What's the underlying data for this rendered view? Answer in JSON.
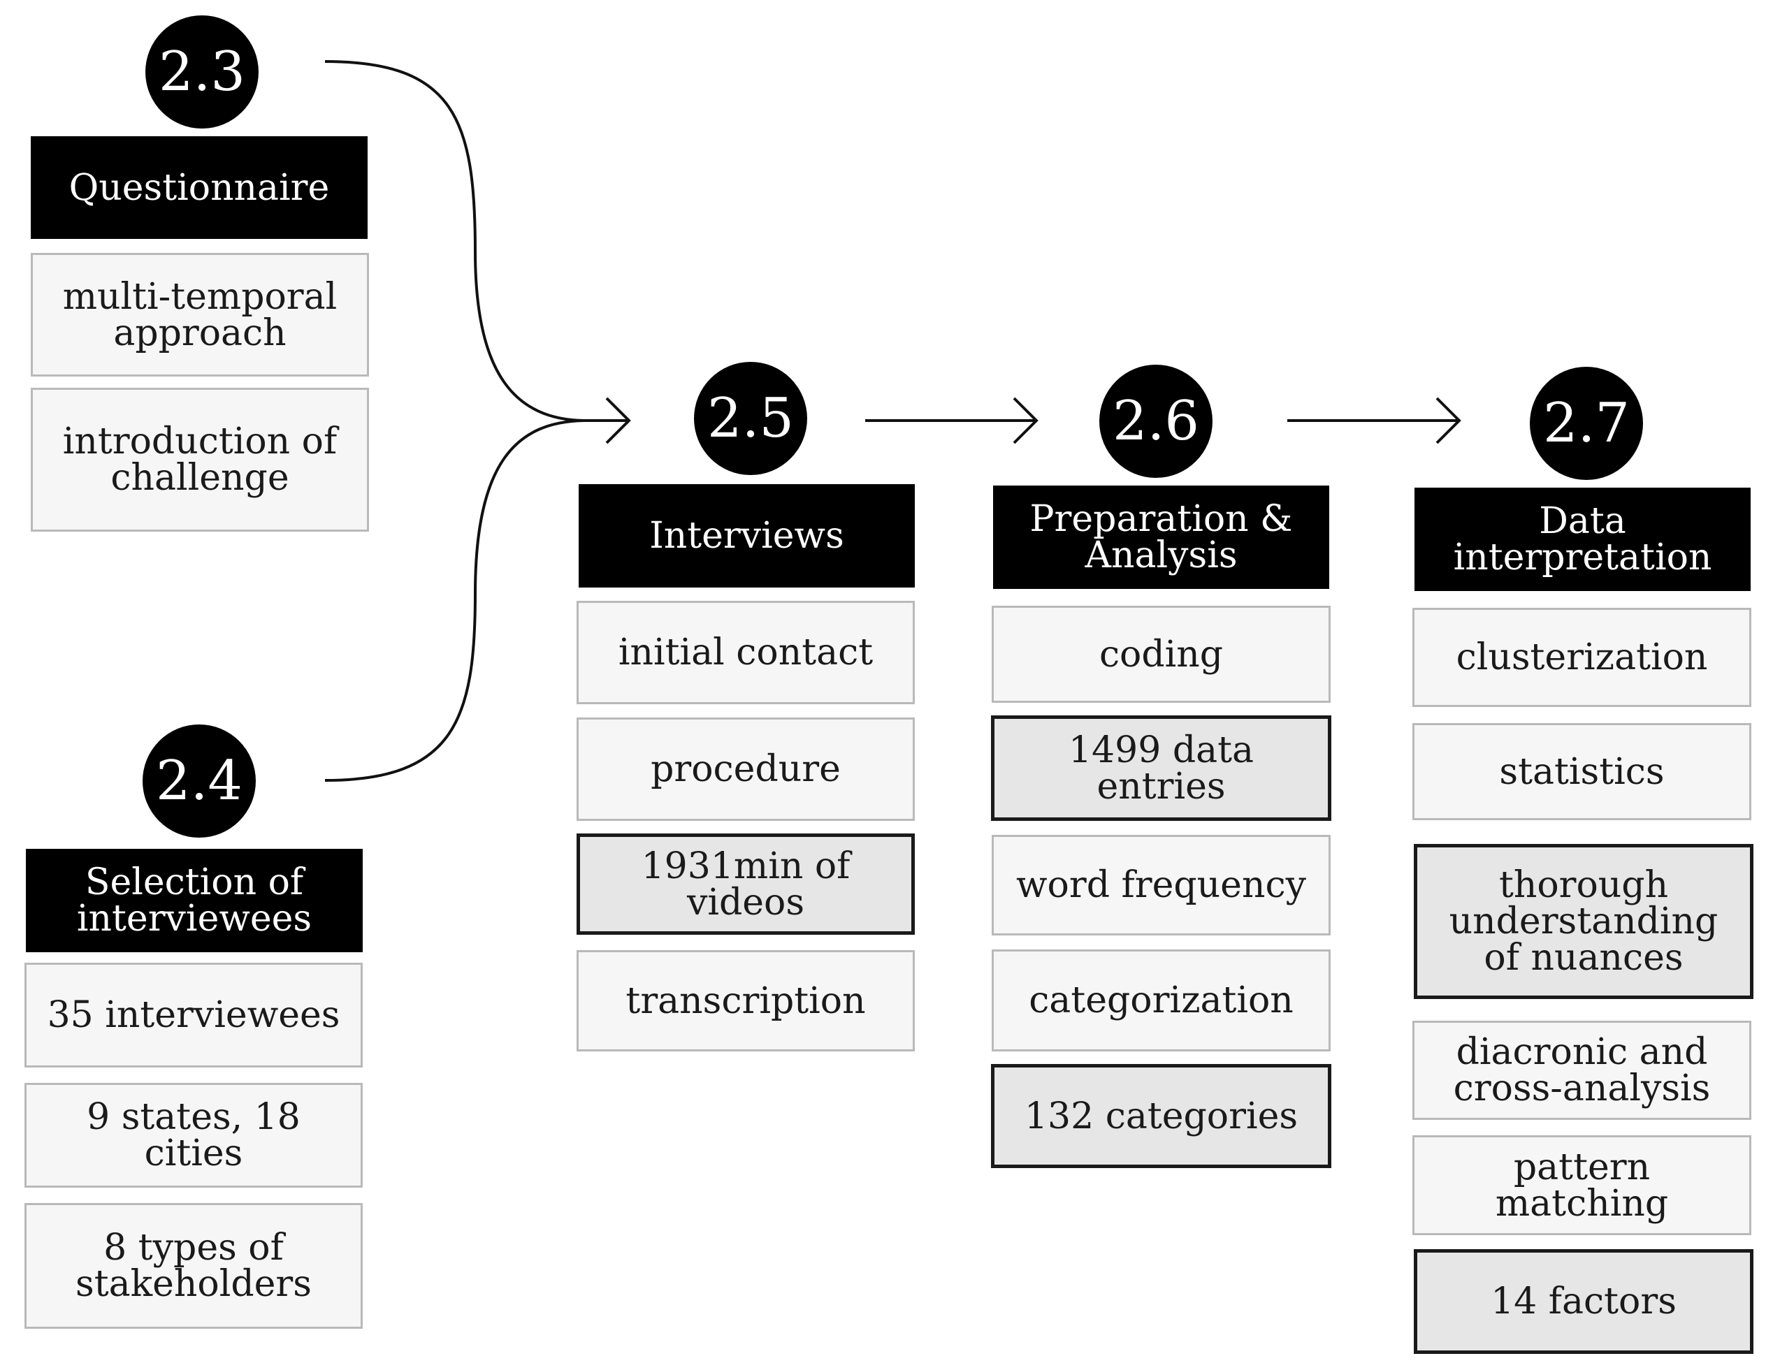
{
  "badges": {
    "b23": "2.3",
    "b24": "2.4",
    "b25": "2.5",
    "b26": "2.6",
    "b27": "2.7"
  },
  "col23": {
    "title": "Questionnaire",
    "items": [
      "multi-temporal approach",
      "introduction of challenge"
    ]
  },
  "col24": {
    "title": "Selection of interviewees",
    "items": [
      "35 interviewees",
      "9 states, 18 cities",
      "8 types of stakeholders"
    ]
  },
  "col25": {
    "title": "Interviews",
    "items": [
      "initial contact",
      "procedure",
      "1931min of videos",
      "transcription"
    ]
  },
  "col26": {
    "title": "Preparation & Analysis",
    "items": [
      "coding",
      "1499 data entries",
      "word frequency",
      "categorization",
      "132 categories"
    ]
  },
  "col27": {
    "title": "Data interpretation",
    "items": [
      "clusterization",
      "statistics",
      "thorough understanding of nuances",
      "diacronic and cross-analysis",
      "pattern matching",
      "14 factors"
    ]
  }
}
